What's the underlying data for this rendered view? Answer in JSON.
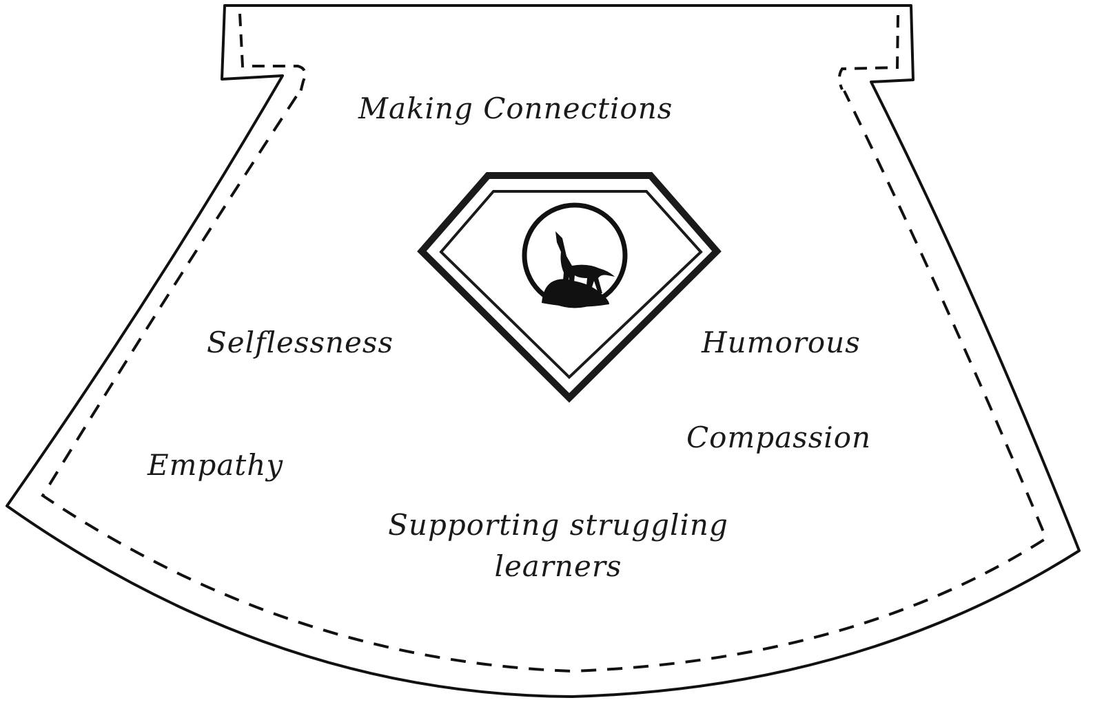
{
  "cape": {
    "outline_color": "#111111",
    "fill_color": "#ffffff"
  },
  "emblem": {
    "shape": "diamond-shield",
    "icon": "howling-wolf-icon",
    "stroke_color": "#1a1a1a"
  },
  "traits": {
    "making_connections": "Making Connections",
    "selflessness": "Selflessness",
    "humorous": "Humorous",
    "compassion": "Compassion",
    "empathy": "Empathy",
    "supporting_line1": "Supporting struggling",
    "supporting_line2": "learners"
  }
}
